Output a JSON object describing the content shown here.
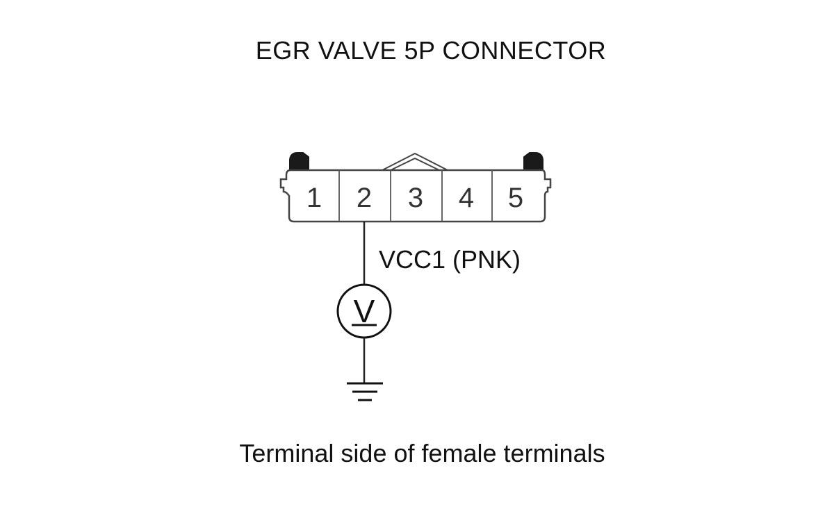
{
  "title": "EGR VALVE 5P CONNECTOR",
  "caption": "Terminal side of female terminals",
  "connector": {
    "pins": [
      "1",
      "2",
      "3",
      "4",
      "5"
    ],
    "connected_pin": "2"
  },
  "wire": {
    "label": "VCC1 (PNK)"
  },
  "meter": {
    "symbol": "V",
    "icon": "voltmeter-icon"
  },
  "ground": {
    "icon": "ground-icon"
  }
}
